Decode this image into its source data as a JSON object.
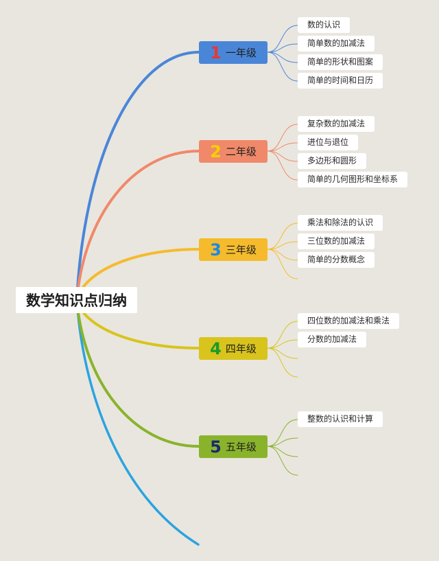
{
  "root": {
    "label": "数学知识点归纳"
  },
  "grades": [
    {
      "number": "1",
      "label": "一年级",
      "color": "#4a86d8",
      "number_color": "#e53935",
      "leaves": [
        "数的认识",
        "简单数的加减法",
        "简单的形状和图案",
        "简单的时间和日历"
      ]
    },
    {
      "number": "2",
      "label": "二年级",
      "color": "#f0896a",
      "number_color": "#f5d100",
      "leaves": [
        "复杂数的加减法",
        "进位与退位",
        "多边形和圆形",
        "简单的几何图形和坐标系"
      ]
    },
    {
      "number": "3",
      "label": "三年级",
      "color": "#f5bb2c",
      "number_color": "#1e88e5",
      "leaves": [
        "乘法和除法的认识",
        "三位数的加减法",
        "简单的分数概念"
      ]
    },
    {
      "number": "4",
      "label": "四年级",
      "color": "#d8c41c",
      "number_color": "#1a9a2a",
      "leaves": [
        "四位数的加减法和乘法",
        "分数的加减法"
      ]
    },
    {
      "number": "5",
      "label": "五年级",
      "color": "#8ab32c",
      "number_color": "#1a2a6e",
      "leaves": [
        "整数的认识和计算"
      ]
    }
  ],
  "colors": {
    "background": "#e9e6df",
    "tail_line": "#2aa4e0"
  }
}
